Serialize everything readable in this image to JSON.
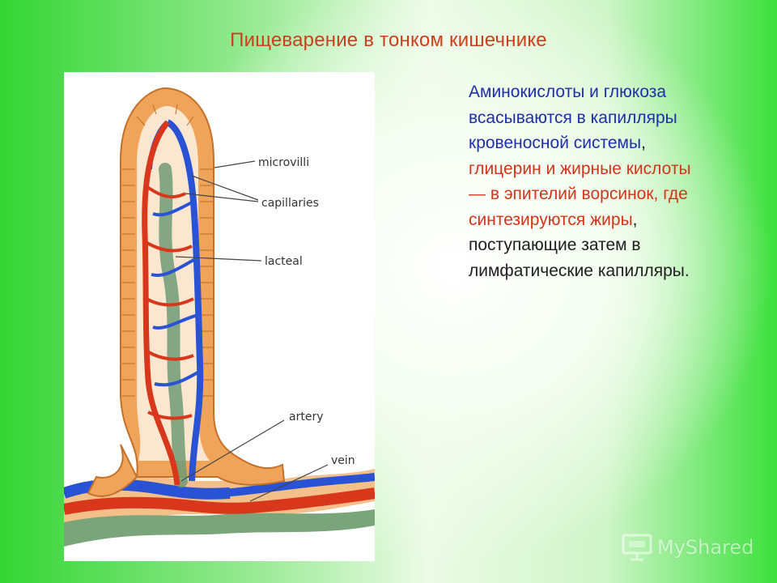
{
  "slide": {
    "title": "Пищеварение в тонком кишечнике",
    "text": {
      "line1": "Аминокислоты и глюкоза",
      "line2": "всасываются в капилляры",
      "line3": "кровеносной системы",
      "line3_suffix": ",",
      "line4": "глицерин и жирные кислоты",
      "line5": "— в эпителий ворсинок, где",
      "line6": "синтезируются жиры",
      "line6_suffix": ",",
      "line7": "поступающие затем в",
      "line8": "лимфатические капилляры."
    },
    "colors": {
      "title": "#c8401c",
      "blue_text": "#1f2fa8",
      "red_text": "#d2361a",
      "dark_text": "#202020",
      "epithelium": "#f0a45a",
      "artery": "#d9371c",
      "vein": "#2a52d4",
      "lacteal": "#6f9a74"
    }
  },
  "figure": {
    "labels": {
      "microvilli": "microvilli",
      "capillaries": "capillaries",
      "lacteal": "lacteal",
      "artery": "artery",
      "vein": "vein"
    }
  },
  "watermark": {
    "text": "MyShared",
    "icon": "presentation-screen-icon"
  }
}
